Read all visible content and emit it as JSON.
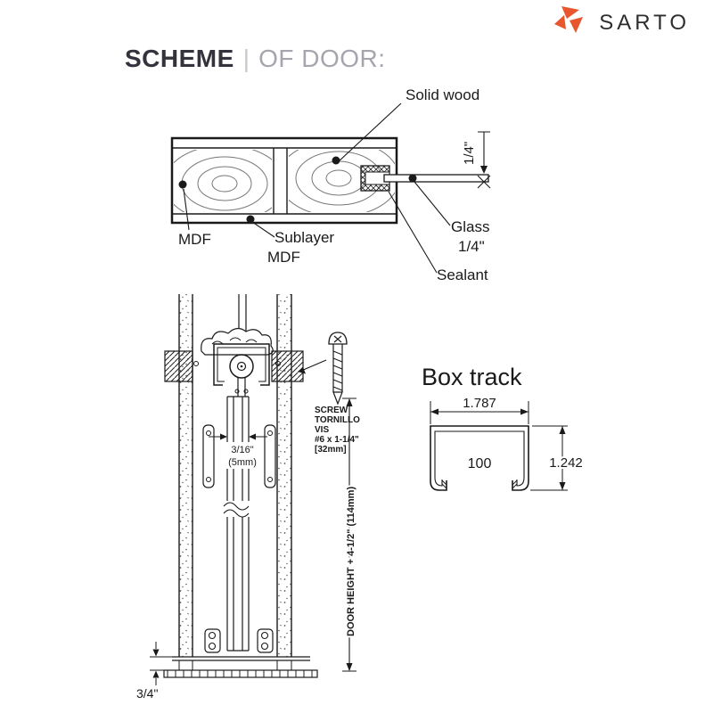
{
  "colors": {
    "brand_orange": "#E8562E",
    "ink": "#1A1A1A",
    "title_dark": "#34333D",
    "title_gray": "#A5A5AD"
  },
  "logo": {
    "brand": "SARTO"
  },
  "title": {
    "main": "SCHEME",
    "separator": "|",
    "sub": "OF DOOR:"
  },
  "door_section": {
    "solid_wood": "Solid wood",
    "glass_thickness": "1/4\"",
    "mdf": "MDF",
    "sublayer_line1": "Sublayer",
    "sublayer_line2": "MDF",
    "glass": "Glass",
    "glass_size": "1/4\"",
    "sealant": "Sealant"
  },
  "track_section": {
    "screw_line1": "SCREW",
    "screw_line2": "TORNILLO",
    "screw_line3": "VIS",
    "screw_line4": "#6 x 1-1/4\"",
    "screw_line5": "[32mm]",
    "gap_value": "3/16\"",
    "gap_mm": "(5mm)",
    "door_height_label": "DOOR HEIGHT + 4-1/2\" (114mm)",
    "floor_gap": "3/4\""
  },
  "box_track": {
    "title": "Box track",
    "width": "1.787",
    "label": "100",
    "height": "1.242"
  }
}
